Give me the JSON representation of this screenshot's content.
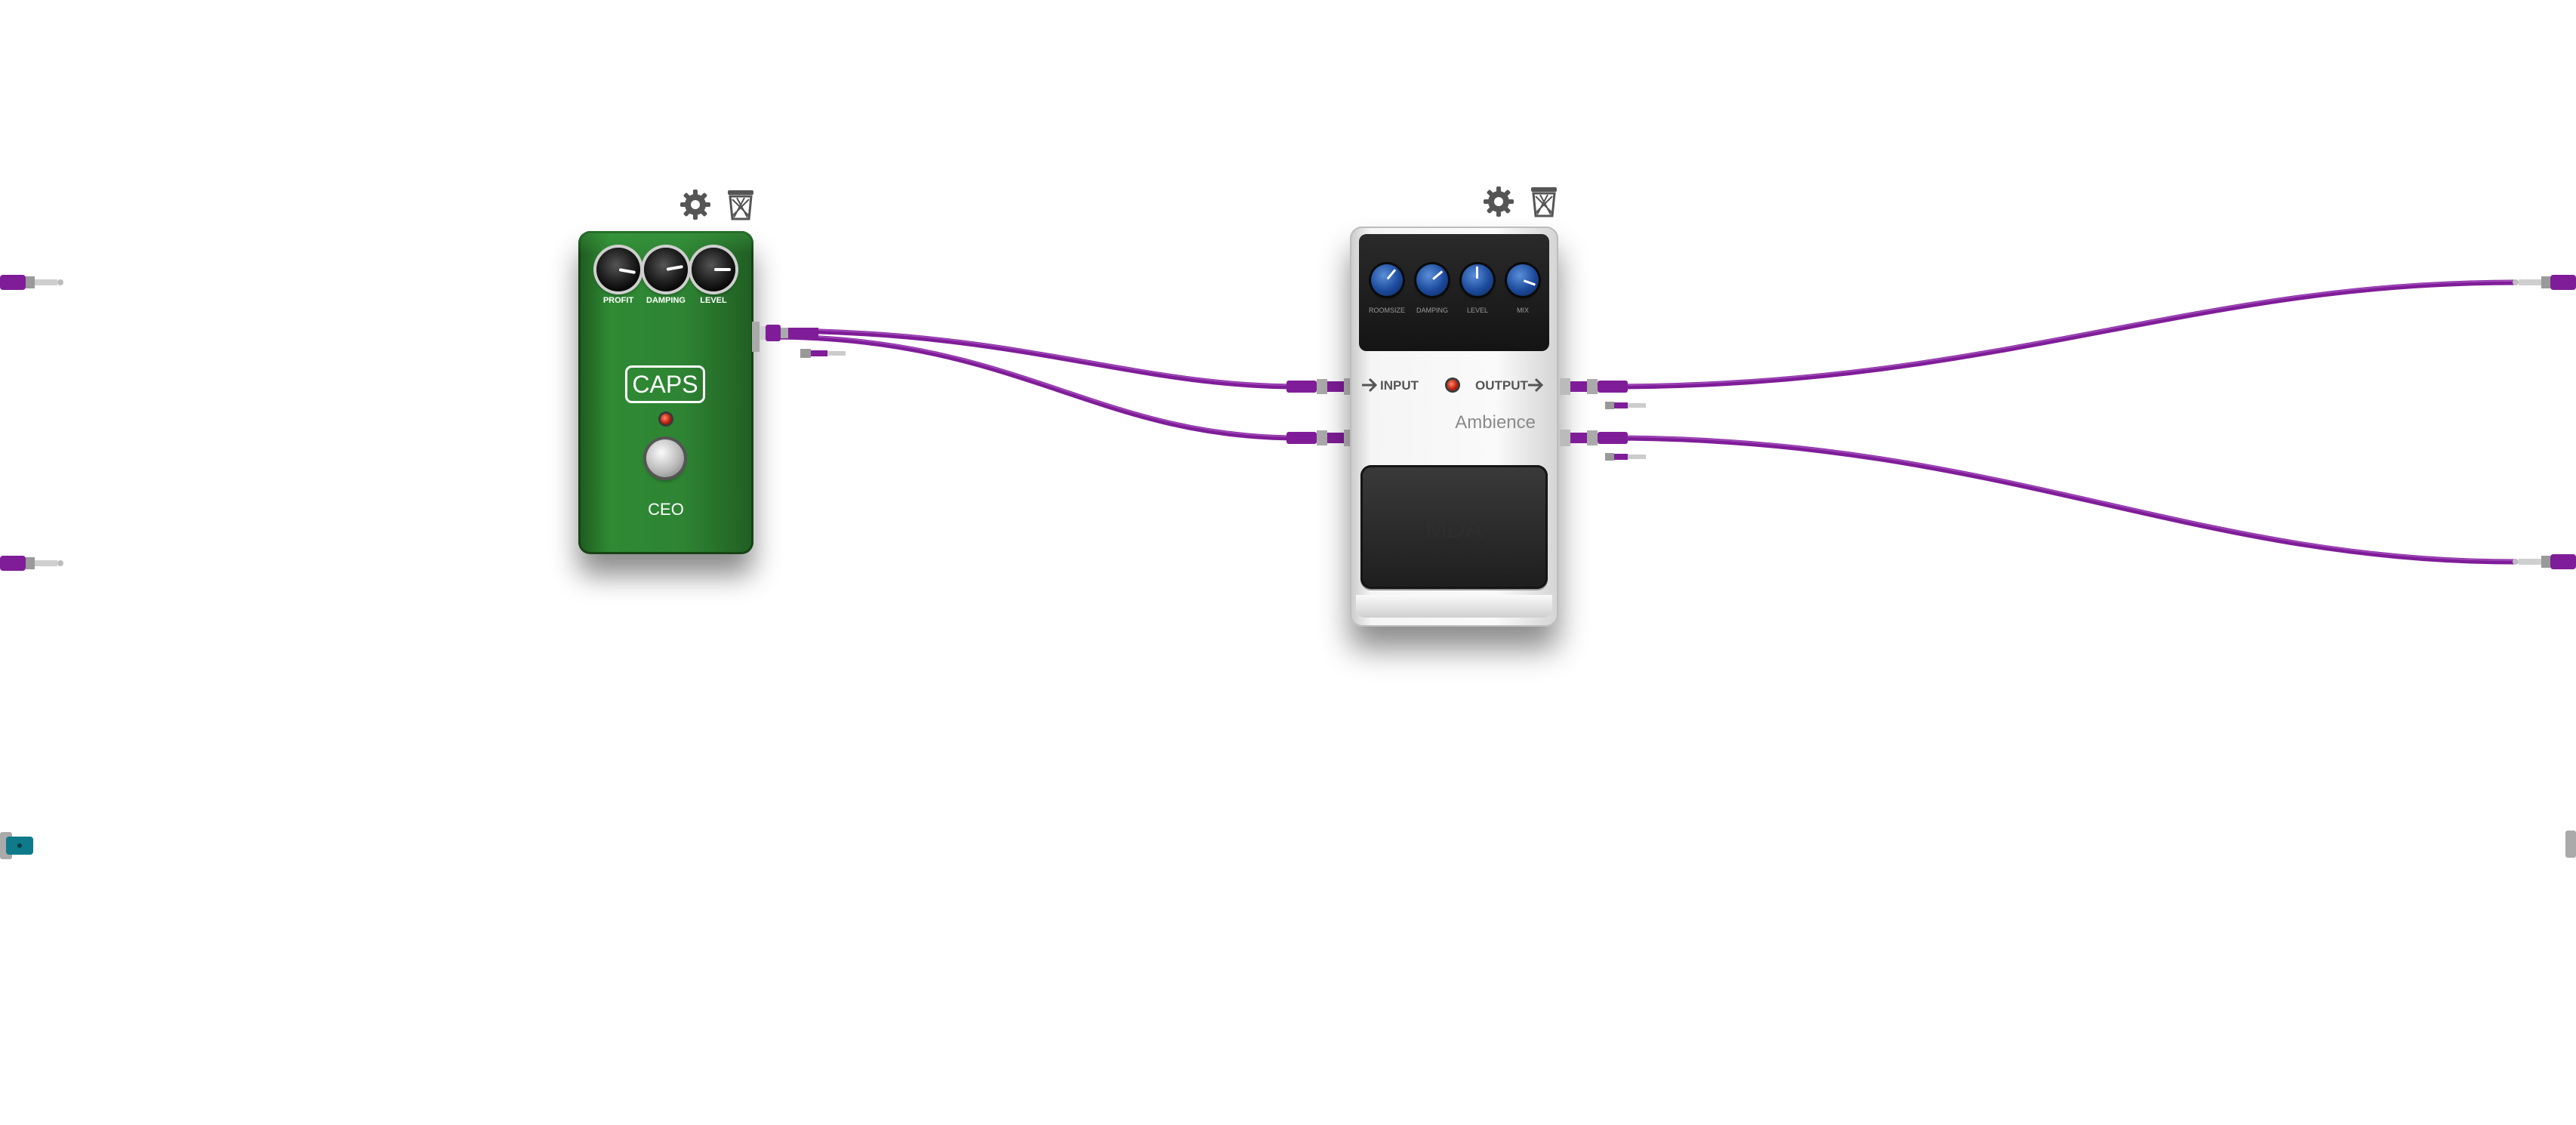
{
  "colors": {
    "cable": "#7f1d98",
    "caps_body": "#2e8433",
    "mda_body": "#f5f5f5",
    "mda_knobs": "#1c4a9c"
  },
  "pedals": {
    "caps": {
      "logo": "CAPS",
      "name": "CEO",
      "knobs": [
        {
          "label": "PROFIT",
          "level": 0.75
        },
        {
          "label": "DAMPING",
          "level": 0.7
        },
        {
          "label": "LEVEL",
          "level": 0.72
        }
      ],
      "icons": {
        "settings": "gear-icon",
        "delete": "trash-icon"
      }
    },
    "mda": {
      "input_label": "INPUT",
      "output_label": "OUTPUT",
      "name": "Ambience",
      "pad_label": "MDA",
      "knobs": [
        {
          "label": "ROOMSIZE",
          "level": 0.3
        },
        {
          "label": "DAMPING",
          "level": 0.35
        },
        {
          "label": "LEVEL",
          "level": 0.5
        },
        {
          "label": "MIX",
          "level": 0.8
        }
      ],
      "icons": {
        "settings": "gear-icon",
        "delete": "trash-icon"
      }
    }
  }
}
